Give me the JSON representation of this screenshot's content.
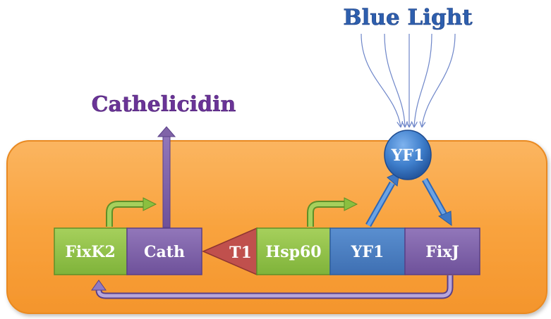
{
  "light_source": {
    "label": "Blue Light"
  },
  "product": {
    "label": "Cathelicidin"
  },
  "protein": {
    "label": "YF1"
  },
  "terminator": {
    "label": "T1"
  },
  "parts": {
    "fixk2": "FixK2",
    "cath": "Cath",
    "hsp60": "Hsp60",
    "yf1": "YF1",
    "fixj": "FixJ"
  },
  "colors": {
    "cell": "#F9A33E",
    "promoter": "#92C052",
    "cds_purple": "#8063A8",
    "cds_blue": "#4A7EC1",
    "terminator": "#C0504D",
    "title_blue": "#2E5FAE",
    "title_purple": "#6A3497",
    "arrow_green": "#8BBF3F"
  }
}
